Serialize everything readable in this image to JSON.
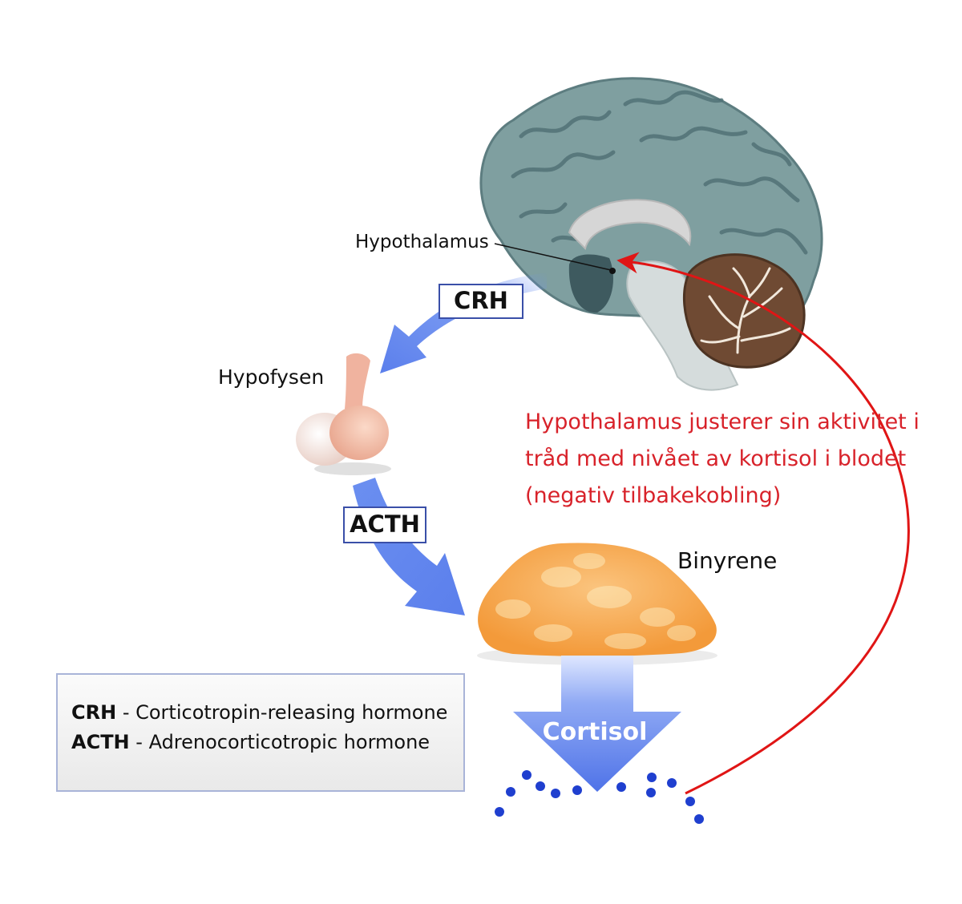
{
  "labels": {
    "hypothalamus": "Hypothalamus",
    "hypofysen": "Hypofysen",
    "binyrene": "Binyrene",
    "crh": "CRH",
    "acth": "ACTH",
    "cortisol": "Cortisol"
  },
  "feedback_note": {
    "lines": [
      "Hypothalamus justerer sin aktivitet i",
      "tråd med nivået av kortisol i blodet",
      "(negativ tilbakekobling)"
    ],
    "color": "#d8222a"
  },
  "legend": {
    "rows": [
      {
        "abbr": "CRH",
        "text": " - Corticotropin-releasing hormone"
      },
      {
        "abbr": "ACTH",
        "text": " - Adrenocorticotropic hormone"
      }
    ]
  },
  "colors": {
    "arrow_blue": "#6b8ff0",
    "brain": "#7f9fa0",
    "adrenal": "#f6a94e",
    "cortisol_dots": "#1f3fcf",
    "feedback": "#e01515"
  }
}
